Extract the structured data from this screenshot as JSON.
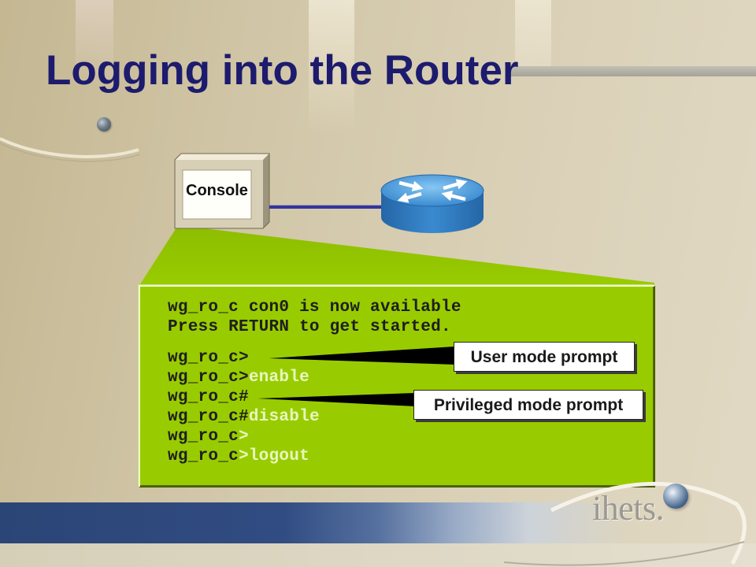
{
  "slide": {
    "title": "Logging into the Router"
  },
  "diagram": {
    "console_label": "Console"
  },
  "icons": {
    "console": "console-icon",
    "router": "router-icon"
  },
  "terminal": {
    "lines": [
      {
        "text": "wg_ro_c con0 is now available"
      },
      {
        "text": "Press RETURN to get started."
      },
      {
        "text": "wg_ro_c>"
      },
      {
        "text": "wg_ro_c>",
        "typed": "enable"
      },
      {
        "text": "wg_ro_c#"
      },
      {
        "text": "wg_ro_c#",
        "typed": "disable"
      },
      {
        "text": "wg_ro_c",
        "typed": ">"
      },
      {
        "text": "wg_ro_c",
        "typed": ">logout"
      }
    ]
  },
  "callouts": {
    "user_mode": "User mode prompt",
    "privileged_mode": "Privileged mode prompt"
  },
  "logo": {
    "text": "ihets."
  },
  "colors": {
    "title": "#1c1b6d",
    "terminal_bg": "#99cc00",
    "terminal_text": "#1e1e1e",
    "terminal_typed": "#e9f6bf",
    "router": "#3a8ad0",
    "link": "#35359b",
    "footer_bar": "#2c4577"
  }
}
